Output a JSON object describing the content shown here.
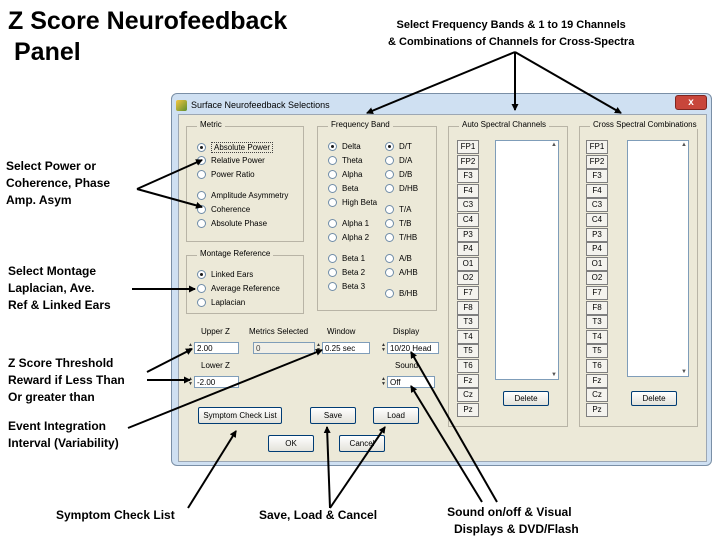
{
  "headline": {
    "line1": "Z Score Neurofeedback",
    "line2": "Panel"
  },
  "annotations": {
    "bands": [
      "Select Frequency Bands & 1 to 19 Channels",
      "& Combinations of Channels for Cross-Spectra"
    ],
    "power": [
      "Select Power or",
      "Coherence, Phase",
      "Amp. Asym"
    ],
    "montage": [
      "Select Montage",
      "Laplacian, Ave.",
      "Ref & Linked Ears"
    ],
    "threshold": [
      "Z Score Threshold",
      "Reward if Less Than",
      "Or greater than"
    ],
    "event": [
      "Event Integration",
      "Interval (Variability)"
    ],
    "symptom": "Symptom Check List",
    "saveload": "Save, Load & Cancel",
    "sound": [
      "Sound on/off & Visual",
      "Displays & DVD/Flash"
    ]
  },
  "window": {
    "title": "Surface Neurofeedback Selections",
    "close": "x"
  },
  "metric": {
    "label": "Metric",
    "options": [
      "Absolute Power",
      "Relative Power",
      "Power Ratio",
      "Amplitude Asymmetry",
      "Coherence",
      "Absolute Phase"
    ],
    "selected": "Absolute Power"
  },
  "montage": {
    "label": "Montage Reference",
    "options": [
      "Linked Ears",
      "Average Reference",
      "Laplacian"
    ],
    "selected": "Linked Ears"
  },
  "frequency": {
    "label": "Frequency Band",
    "col1": [
      "Delta",
      "Theta",
      "Alpha",
      "Beta",
      "High Beta",
      "Alpha 1",
      "Alpha 2",
      "Beta 1",
      "Beta 2",
      "Beta 3"
    ],
    "col2": [
      "D/T",
      "D/A",
      "D/B",
      "D/HB",
      "T/A",
      "T/B",
      "T/HB",
      "A/B",
      "A/HB",
      "B/HB"
    ],
    "selected": [
      "Delta",
      "D/T"
    ]
  },
  "auto_spectral": {
    "label": "Auto Spectral Channels",
    "delete": "Delete"
  },
  "cross_spectral": {
    "label": "Cross Spectral Combinations",
    "delete": "Delete"
  },
  "channels": [
    "FP1",
    "FP2",
    "F3",
    "F4",
    "C3",
    "C4",
    "P3",
    "P4",
    "O1",
    "O2",
    "F7",
    "F8",
    "T3",
    "T4",
    "T5",
    "T6",
    "Fz",
    "Cz",
    "Pz"
  ],
  "fields": {
    "upper_z": {
      "label": "Upper Z",
      "value": "2.00"
    },
    "lower_z": {
      "label": "Lower Z",
      "value": "-2.00"
    },
    "metrics_selected": {
      "label": "Metrics Selected",
      "value": "0"
    },
    "window": {
      "label": "Window",
      "value": "0.25 sec"
    },
    "display": {
      "label": "Display",
      "value": "10/20 Head"
    },
    "sound": {
      "label": "Sound",
      "value": "Off"
    }
  },
  "buttons": {
    "symptom": "Symptom Check List",
    "save": "Save",
    "load": "Load",
    "ok": "OK",
    "cancel": "Cancel"
  }
}
